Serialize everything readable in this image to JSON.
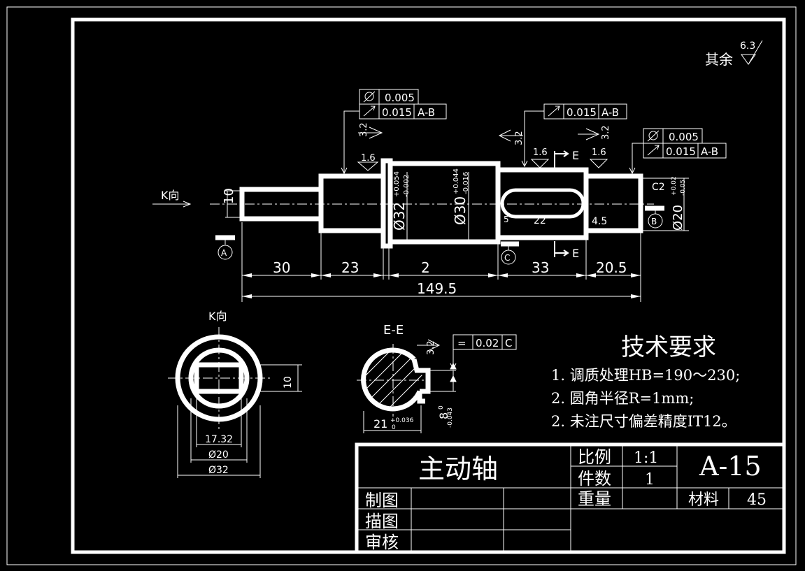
{
  "roughness": {
    "rest_label": "其余",
    "rest_value": "6.3",
    "r32": "3.2",
    "r16": "1.6"
  },
  "views": {
    "k_view": "K向",
    "section": "E-E",
    "section_mark": "E"
  },
  "datums": {
    "a": "A",
    "b": "B",
    "c": "C"
  },
  "tolerances": {
    "t1_sym": "Ø",
    "t1_val": "0.005",
    "t2_val": "0.015",
    "t2_ref": "A-B",
    "t3_val": "0.015",
    "t3_ref": "A-B",
    "t4_val": "0.005",
    "t5_val": "0.015",
    "t5_ref": "A-B",
    "t6_sym": "=",
    "t6_val": "0.02",
    "t6_ref": "C"
  },
  "dims": {
    "d10": "10",
    "l30": "30",
    "l23": "23",
    "l2": "2",
    "l33": "33",
    "l205": "20.5",
    "l1495": "149.5",
    "dia32": "Ø32",
    "dia32_tol_up": "+0.054",
    "dia32_tol_dn": "-0.002",
    "dia30": "Ø30",
    "dia30_tol_up": "+0.044",
    "dia30_tol_dn": "-0.016",
    "dia20": "Ø20",
    "dia20_tol_up": "+0.02",
    "dia20_tol_dn": "-0.05",
    "c2": "C2",
    "k22": "22",
    "k45": "4.5",
    "k5": "5",
    "kv1732": "17.32",
    "kv20": "Ø20",
    "kv32": "Ø32",
    "kv10": "10",
    "s21": "21",
    "s21_tol_up": "+0.036",
    "s21_tol_dn": "0",
    "s8": "8",
    "s8_tol_up": "0",
    "s8_tol_dn": "-0.043"
  },
  "tech": {
    "title": "技术要求",
    "notes": [
      "1. 调质处理HB=190～230;",
      "2. 圆角半径R=1mm;",
      "2. 未注尺寸偏差精度IT12。"
    ]
  },
  "title_block": {
    "part_name": "主动轴",
    "scale_label": "比例",
    "scale_value": "1:1",
    "qty_label": "件数",
    "qty_value": "1",
    "drawing_no": "A-15",
    "weight_label": "重量",
    "material_label": "材料",
    "material_value": "45",
    "drawn_label": "制图",
    "traced_label": "描图",
    "checked_label": "审核"
  }
}
